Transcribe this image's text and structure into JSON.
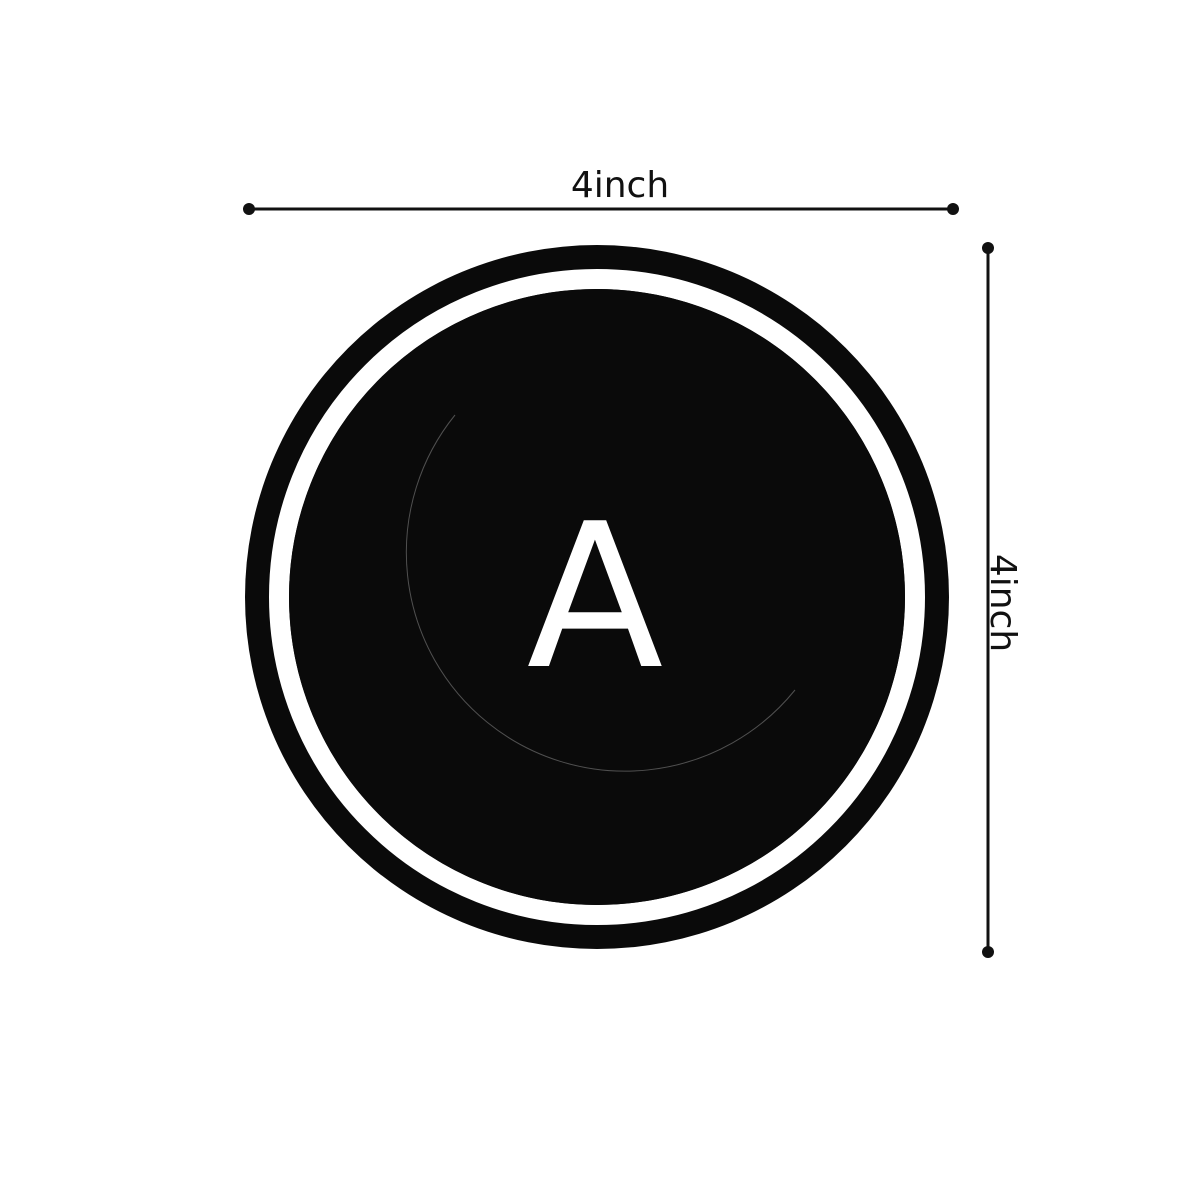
{
  "dimensions": {
    "width_label": "4inch",
    "height_label": "4inch"
  },
  "coaster": {
    "letter": "A",
    "colors": {
      "disc": "#0a0a0a",
      "ring": "#ffffff",
      "letter": "#ffffff"
    }
  }
}
